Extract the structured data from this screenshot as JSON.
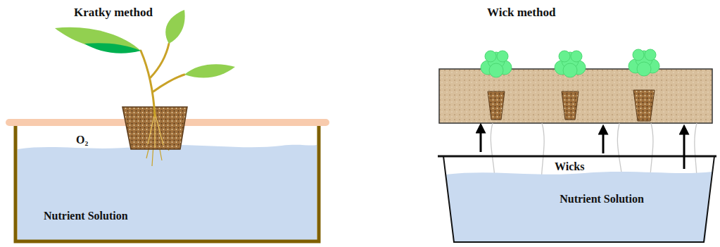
{
  "diagram": {
    "nodes": [
      {
        "text": [
          "O₂",
          "Nutrient Solution"
        ]
      },
      {
        "text": [
          "Nutrient Solution"
        ]
      }
    ],
    "labels": [
      "Kratky method",
      "Wick method",
      "Wicks"
    ]
  }
}
